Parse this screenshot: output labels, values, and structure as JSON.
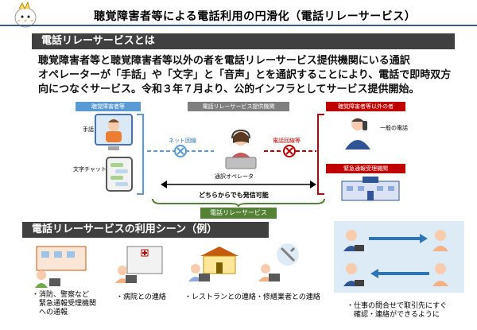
{
  "title": "聴覚障害者等による電話利用の円滑化（電話リレーサービス）",
  "section1": "電話リレーサービスとは",
  "desc_lines": [
    "聴覚障害者等と聴覚障害者等以外の者を電話リレーサービス提供機関にいる通訳",
    "オペレーターが「手話」や「文字」と「音声」とを通訳することにより、電話で即時双方",
    "向につなぐサービス。令和３年７月より、公的インフラとしてサービス提供開始。"
  ],
  "diagram": {
    "box_left": "聴覚障害者等",
    "box_center": "電話リレーサービス提供機関",
    "box_right": "聴覚障害者等以外の者",
    "box_right2": "緊急通報受理機関",
    "sign_language": "手話",
    "text_chat": "文字チャット",
    "net_line": "ネット回線",
    "phone_line": "電話回線等",
    "regular_phone": "一般の電話",
    "operator": "通訳オペレータ",
    "both_ways": "どちらからでも発信可能",
    "service_bar": "電話リレーサービス"
  },
  "section2": "電話リレーサービスの利用シーン（例）",
  "scenes": {
    "s1_lines": [
      "・消防、警察など",
      "　緊急通報受理機関",
      "　への通報"
    ],
    "s2": "・病院との連絡",
    "s3": "・レストランとの連絡",
    "s4": "・修繕業者との連絡",
    "s5_lines": [
      "・仕事の問合せで取引先にすぐ",
      "　確認・連絡ができるように"
    ]
  },
  "colors": {
    "blue": "#5b9bd5",
    "red": "#c00000",
    "gray": "#7f7f7f",
    "green": "#548235",
    "dark": "#404040"
  }
}
